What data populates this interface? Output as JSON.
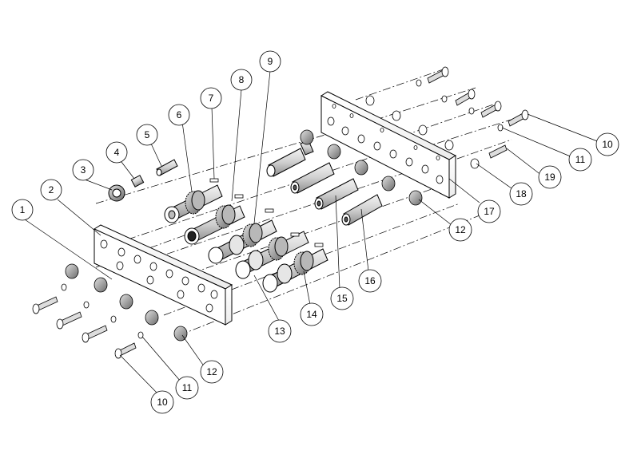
{
  "callouts": [
    "1",
    "2",
    "3",
    "4",
    "5",
    "6",
    "7",
    "8",
    "9",
    "10",
    "11",
    "12",
    "13",
    "14",
    "15",
    "16",
    "17",
    "18",
    "19"
  ],
  "callout_labels": {
    "c1": "1",
    "c2": "2",
    "c3": "3",
    "c4": "4",
    "c5": "5",
    "c6": "6",
    "c7": "7",
    "c8": "8",
    "c9": "9",
    "c10a": "10",
    "c10b": "10",
    "c11a": "11",
    "c11b": "11",
    "c12a": "12",
    "c12b": "12",
    "c13": "13",
    "c14": "14",
    "c15": "15",
    "c16": "16",
    "c17": "17",
    "c18": "18",
    "c19": "19"
  }
}
